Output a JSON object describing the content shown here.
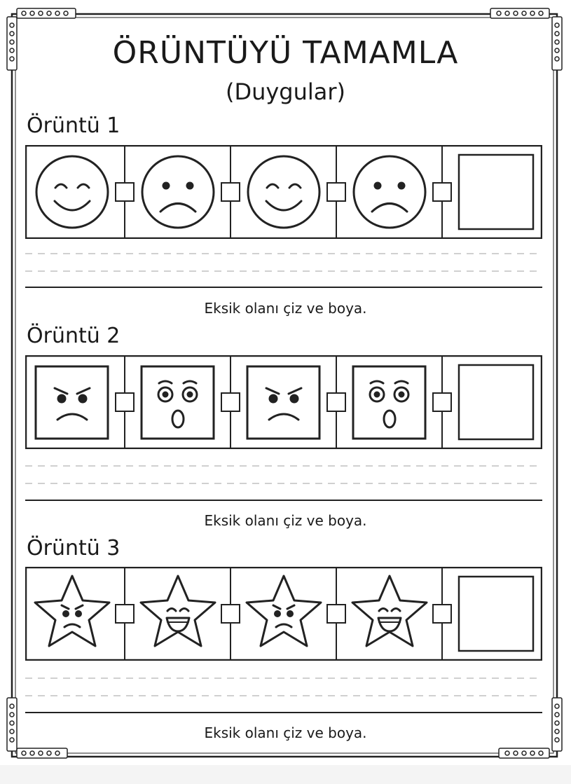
{
  "worksheet": {
    "title": "ÖRÜNTÜYÜ TAMAMLA",
    "subtitle": "(Duygular)",
    "patterns": [
      {
        "label": "Örüntü 1",
        "instruction": "Eksik olanı çiz ve boya.",
        "items": [
          "smile-face-icon",
          "sad-face-icon",
          "smile-face-icon",
          "sad-face-icon",
          "empty-answer-box"
        ]
      },
      {
        "label": "Örüntü 2",
        "instruction": "Eksik olanı çiz ve boya.",
        "items": [
          "angry-face-icon",
          "surprised-face-icon",
          "angry-face-icon",
          "surprised-face-icon",
          "empty-answer-box"
        ]
      },
      {
        "label": "Örüntü 3",
        "instruction": "Eksik olanı çiz ve boya.",
        "items": [
          "worried-star-icon",
          "laughing-star-icon",
          "worried-star-icon",
          "laughing-star-icon",
          "empty-answer-box"
        ]
      }
    ]
  },
  "colors": {
    "ink": "#1a1a1a",
    "paper": "#ffffff"
  }
}
